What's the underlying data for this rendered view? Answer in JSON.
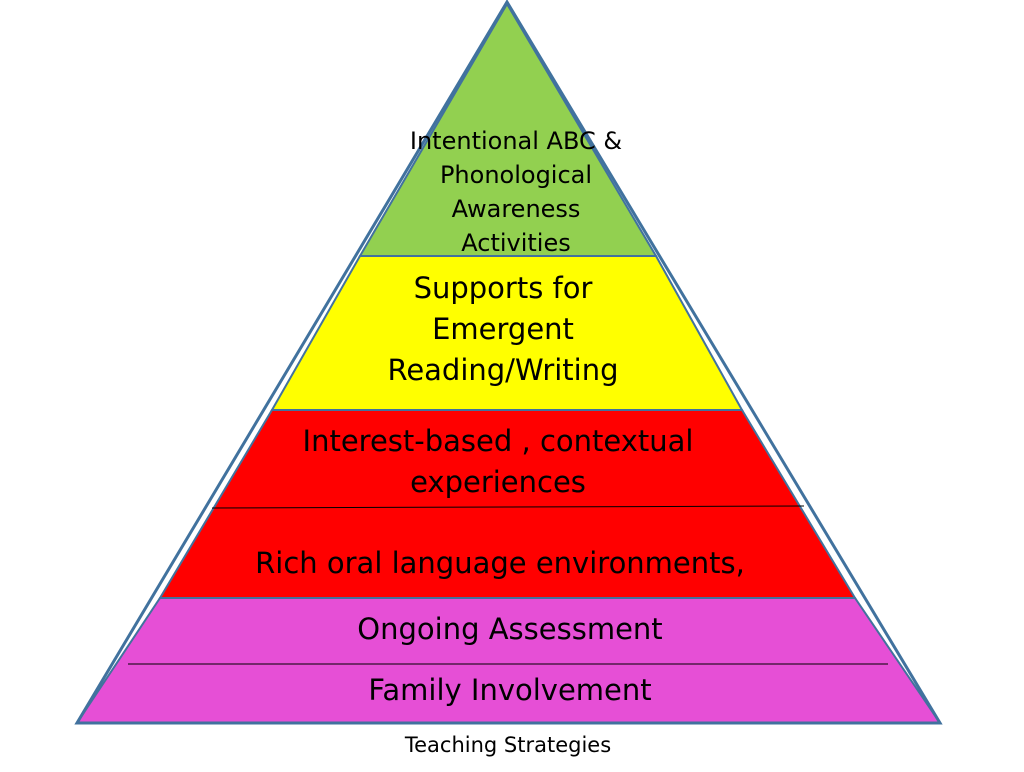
{
  "pyramid": {
    "colors": {
      "top": "#92D050",
      "second": "#FFFF00",
      "middle": "#FF0000",
      "base": "#E64FD6",
      "outline": "#41729E",
      "divider": "#000000"
    },
    "levels": [
      {
        "id": "top",
        "lines": [
          "Intentional ABC &",
          "Phonological",
          "Awareness",
          "Activities"
        ]
      },
      {
        "id": "second",
        "lines": [
          "Supports for",
          "Emergent",
          "Reading/Writing"
        ]
      },
      {
        "id": "middle_upper",
        "lines": [
          "Interest-based , contextual",
          "experiences"
        ]
      },
      {
        "id": "middle_lower",
        "lines": [
          "Rich oral language environments,"
        ]
      },
      {
        "id": "base_upper",
        "lines": [
          "Ongoing  Assessment"
        ]
      },
      {
        "id": "base_lower",
        "lines": [
          "Family Involvement"
        ]
      }
    ]
  },
  "caption": "Teaching Strategies"
}
